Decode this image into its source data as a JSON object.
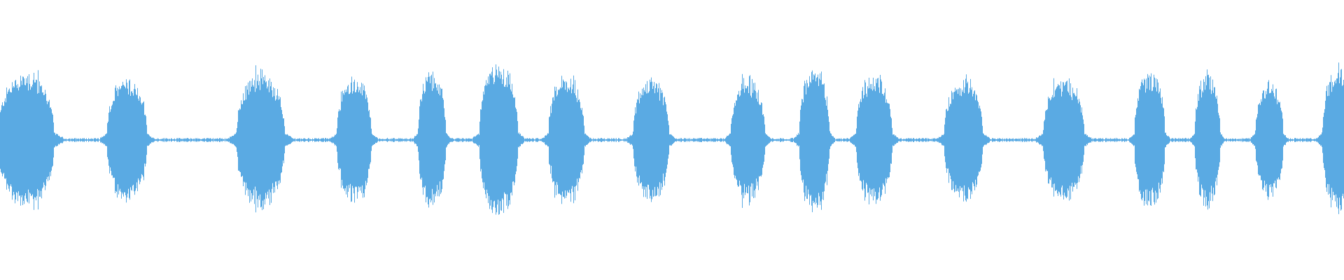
{
  "waveform": {
    "color": "#5aaae3",
    "background": "#ffffff",
    "bursts": [
      {
        "center": 0.0195,
        "width": 0.042,
        "peak": 0.52
      },
      {
        "center": 0.0945,
        "width": 0.03,
        "peak": 0.47
      },
      {
        "center": 0.194,
        "width": 0.036,
        "peak": 0.52
      },
      {
        "center": 0.2635,
        "width": 0.026,
        "peak": 0.48
      },
      {
        "center": 0.3215,
        "width": 0.021,
        "peak": 0.51
      },
      {
        "center": 0.371,
        "width": 0.029,
        "peak": 0.58
      },
      {
        "center": 0.4215,
        "width": 0.027,
        "peak": 0.48
      },
      {
        "center": 0.4845,
        "width": 0.027,
        "peak": 0.47
      },
      {
        "center": 0.5565,
        "width": 0.026,
        "peak": 0.46
      },
      {
        "center": 0.606,
        "width": 0.023,
        "peak": 0.54
      },
      {
        "center": 0.6505,
        "width": 0.027,
        "peak": 0.5
      },
      {
        "center": 0.717,
        "width": 0.029,
        "peak": 0.48
      },
      {
        "center": 0.7915,
        "width": 0.031,
        "peak": 0.47
      },
      {
        "center": 0.8555,
        "width": 0.023,
        "peak": 0.53
      },
      {
        "center": 0.8985,
        "width": 0.019,
        "peak": 0.52
      },
      {
        "center": 0.9445,
        "width": 0.021,
        "peak": 0.45
      },
      {
        "center": 0.996,
        "width": 0.024,
        "peak": 0.57
      }
    ],
    "noise_floor": 0.012
  }
}
